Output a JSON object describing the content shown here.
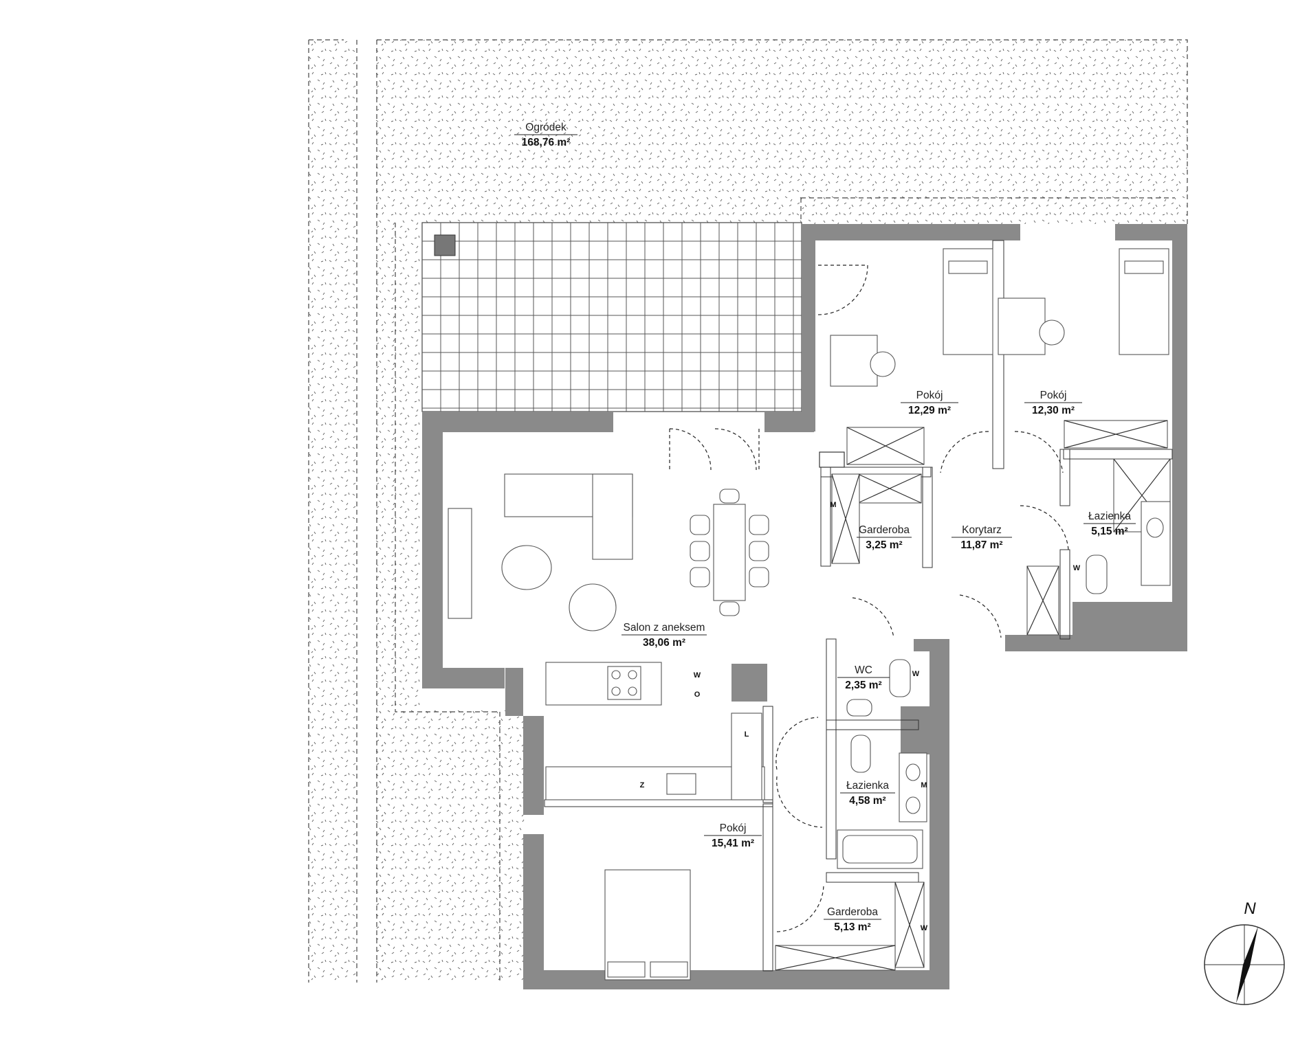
{
  "rooms": {
    "ogrodek": {
      "name": "Ogródek",
      "area": "168,76 m²"
    },
    "pokoj1": {
      "name": "Pokój",
      "area": "12,29 m²"
    },
    "pokoj2": {
      "name": "Pokój",
      "area": "12,30 m²"
    },
    "lazienka1": {
      "name": "Łazienka",
      "area": "5,15 m²"
    },
    "korytarz": {
      "name": "Korytarz",
      "area": "11,87 m²"
    },
    "garderoba1": {
      "name": "Garderoba",
      "area": "3,25 m²"
    },
    "salon": {
      "name": "Salon z aneksem",
      "area": "38,06 m²"
    },
    "wc": {
      "name": "WC",
      "area": "2,35 m²"
    },
    "lazienka2": {
      "name": "Łazienka",
      "area": "4,58 m²"
    },
    "pokoj3": {
      "name": "Pokój",
      "area": "15,41 m²"
    },
    "garderoba2": {
      "name": "Garderoba",
      "area": "5,13 m²"
    }
  },
  "markers": {
    "w": "W",
    "o": "O",
    "m": "M",
    "z": "Z",
    "l": "L"
  },
  "compass": {
    "label": "N",
    "icon": "north-arrow-icon"
  },
  "colors": {
    "wall": "#8a8a8a",
    "line": "#333333",
    "background": "#ffffff"
  }
}
